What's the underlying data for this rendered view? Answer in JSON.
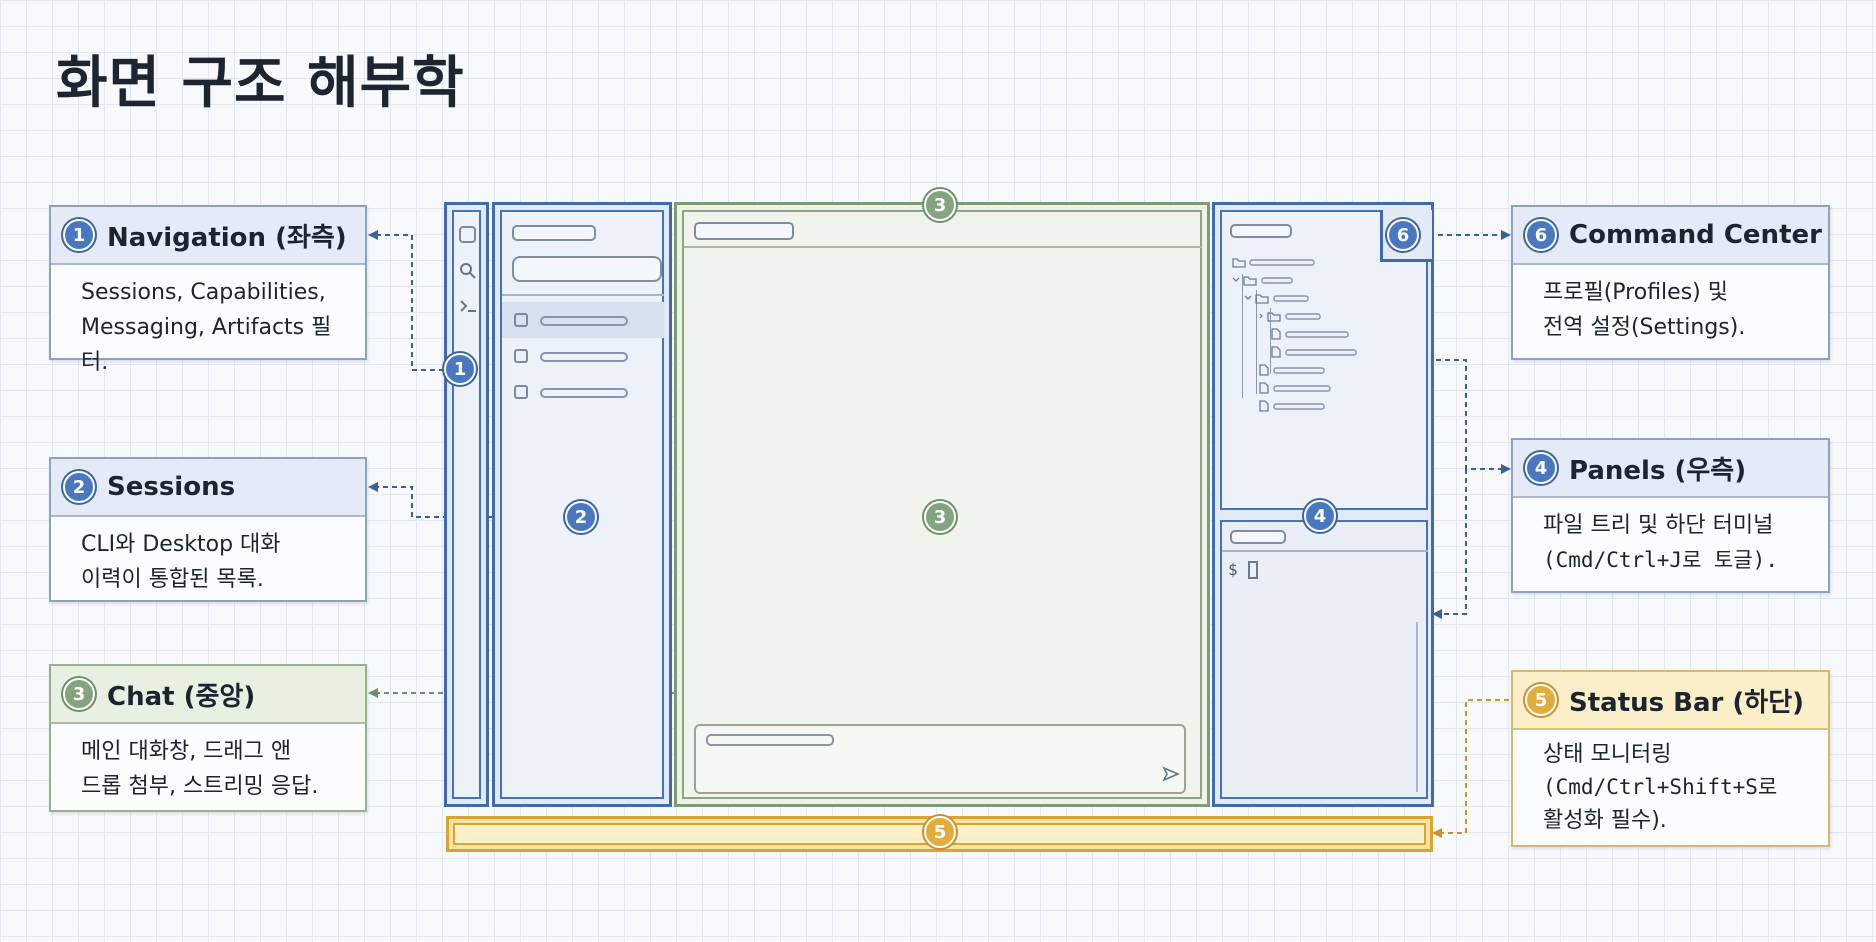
{
  "title": "화면 구조 해부학",
  "callouts": {
    "navigation": {
      "num": "1",
      "title": "Navigation (좌측)",
      "lines": [
        "Sessions, Capabilities,",
        "Messaging, Artifacts 필터."
      ]
    },
    "sessions": {
      "num": "2",
      "title": "Sessions",
      "lines": [
        "CLI와 Desktop 대화",
        "이력이 통합된 목록."
      ]
    },
    "chat": {
      "num": "3",
      "title": "Chat (중앙)",
      "lines": [
        "메인 대화창, 드래그 앤",
        "드롭 첨부, 스트리밍 응답."
      ]
    },
    "command_center": {
      "num": "6",
      "title": "Command Center",
      "lines": [
        "프로필(Profiles) 및",
        "전역 설정(Settings)."
      ]
    },
    "panels": {
      "num": "4",
      "title": "Panels (우측)",
      "lines": [
        "파일 트리 및 하단 터미널",
        "(Cmd/Ctrl+J로 토글)."
      ]
    },
    "status_bar": {
      "num": "5",
      "title": "Status Bar (하단)",
      "lines": [
        "상태 모니터링",
        "(Cmd/Ctrl+Shift+S로",
        "활성화 필수)."
      ]
    }
  },
  "mockup": {
    "terminal_prompt": "$",
    "nav_icons": [
      "square-icon",
      "search-icon",
      "terminal-icon"
    ],
    "send_icon": "send-icon",
    "tree_icons": [
      "folder-icon",
      "file-icon",
      "chevron-down-icon",
      "chevron-right-icon"
    ]
  },
  "colors": {
    "blue": "#4a78c0",
    "green": "#83a47e",
    "yellow": "#e3ad3e",
    "connector": "#3c5f9c",
    "connector_yellow": "#c8932d"
  }
}
